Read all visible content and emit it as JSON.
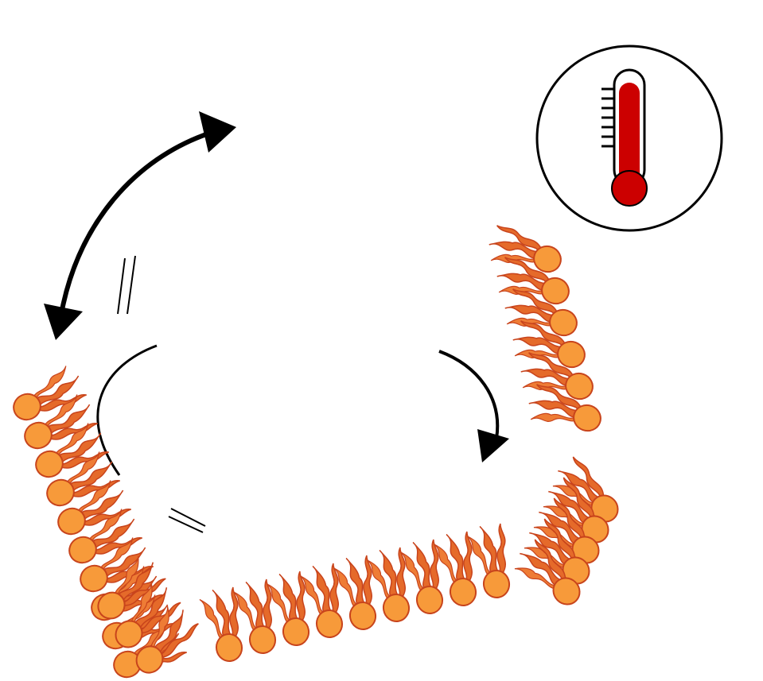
{
  "diagram": {
    "description_free": true,
    "colors": {
      "lipid_head": "#F79A3A",
      "lipid_outline": "#C8441C",
      "lipid_tail": "#D9541E",
      "arrow": "#000000",
      "thermometer_fluid": "#CC0000",
      "circle_stroke": "#000000",
      "background": "#FFFFFF"
    },
    "icons": [
      "double-headed-arrow-icon",
      "curved-arrow-icon",
      "thermometer-icon"
    ],
    "lipid_groups": [
      {
        "name": "left-monolayer",
        "count": 10
      },
      {
        "name": "bottom-monolayer",
        "count": 9
      },
      {
        "name": "right-upper-monolayer",
        "count": 6
      },
      {
        "name": "right-lower-monolayer",
        "count": 5
      }
    ]
  }
}
